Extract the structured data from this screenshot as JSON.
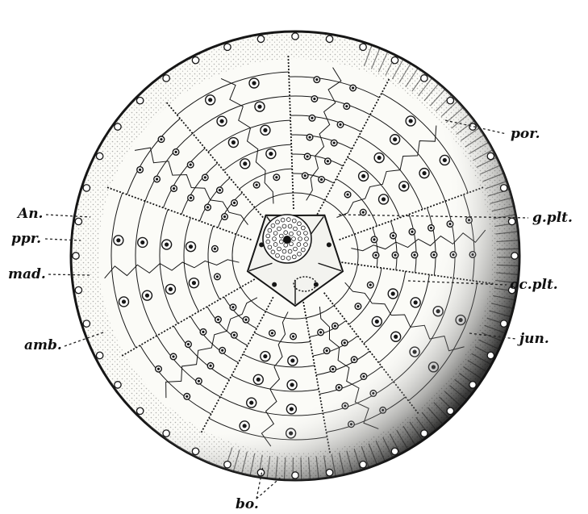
{
  "figure": {
    "ink_color": "#161616",
    "paper_color": "#ffffff",
    "shading_color": "#2a2a2a"
  },
  "labels": {
    "por": "por.",
    "g_plt": "g.plt.",
    "oc_plt": "oc.plt.",
    "jun": "jun.",
    "an": "An.",
    "ppr": "ppr.",
    "mad": "mad.",
    "amb": "amb.",
    "bo": "bo."
  }
}
